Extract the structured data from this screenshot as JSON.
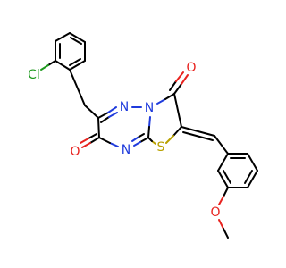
{
  "molecule": {
    "atoms": [
      {
        "id": "Cl",
        "symbol": "Cl",
        "color": "#1e9a1e"
      },
      {
        "id": "O1",
        "symbol": "O",
        "color": "#e8231f"
      },
      {
        "id": "O2",
        "symbol": "O",
        "color": "#e8231f"
      },
      {
        "id": "O3",
        "symbol": "O",
        "color": "#e8231f"
      },
      {
        "id": "S",
        "symbol": "S",
        "color": "#b9a100"
      },
      {
        "id": "N1",
        "symbol": "N",
        "color": "#1f3bdc"
      },
      {
        "id": "N2",
        "symbol": "N",
        "color": "#1f3bdc"
      },
      {
        "id": "N3",
        "symbol": "N",
        "color": "#1f3bdc"
      }
    ]
  },
  "colors": {
    "bond": "#000000",
    "nitrogen": "#1f3bdc",
    "oxygen": "#e8231f",
    "sulfur": "#b9a100",
    "chlorine": "#1e9a1e",
    "background": "#ffffff"
  }
}
